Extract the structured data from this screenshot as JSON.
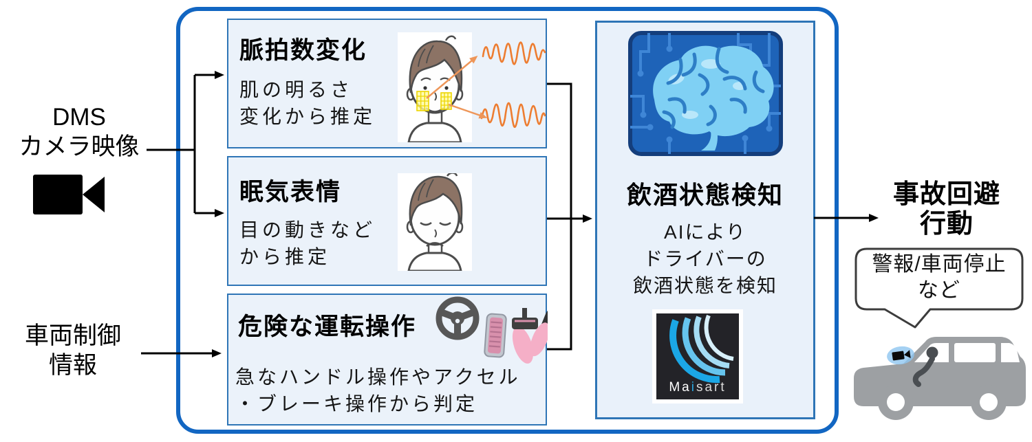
{
  "inputs": {
    "dms_line1": "DMS",
    "dms_line2": "カメラ映像",
    "vehicle_line1": "車両制御",
    "vehicle_line2": "情報"
  },
  "detectors": {
    "pulse": {
      "title": "脈拍数変化",
      "desc1": "肌の明るさ",
      "desc2": "変化から推定"
    },
    "drowsy": {
      "title": "眠気表情",
      "desc1": "目の動きなど",
      "desc2": "から推定"
    },
    "driving": {
      "title": "危険な運転操作",
      "desc1": "急なハンドル操作やアクセル",
      "desc2": "・ブレーキ操作から判定"
    }
  },
  "detection": {
    "title": "飲酒状態検知",
    "desc1": "AIにより",
    "desc2": "ドライバーの",
    "desc3": "飲酒状態を検知",
    "logo_ma": "Ma",
    "logo_i": "i",
    "logo_sart": "sart"
  },
  "output": {
    "title1": "事故回避",
    "title2": "行動",
    "bubble1": "警報/車両停止",
    "bubble2": "など"
  },
  "icons": {
    "dms_camera": "video-camera",
    "pulse_face": "face-with-cheek-measurement-patches",
    "pulse_waveforms": "heartbeat-waveform",
    "drowsy_face": "sleepy-closed-eyes-face",
    "steering": "steering-wheel",
    "pedals": "accelerator-brake-pedals-with-feet",
    "ai_brain": "brain-on-circuit-board",
    "car": "car-side-with-driver-and-camera"
  },
  "colors": {
    "frame_blue": "#1266C2",
    "box_border_blue": "#2E75B6",
    "box_bg": "#EBF2FA",
    "ai_box_bg": "#E9F1FA",
    "waveform_orange": "#ED7D31",
    "cheek_patch_yellow": "#F5E000",
    "maisart_blue": "#1BA7E6",
    "car_gray": "#9DA0A3",
    "line_black": "#000000"
  }
}
